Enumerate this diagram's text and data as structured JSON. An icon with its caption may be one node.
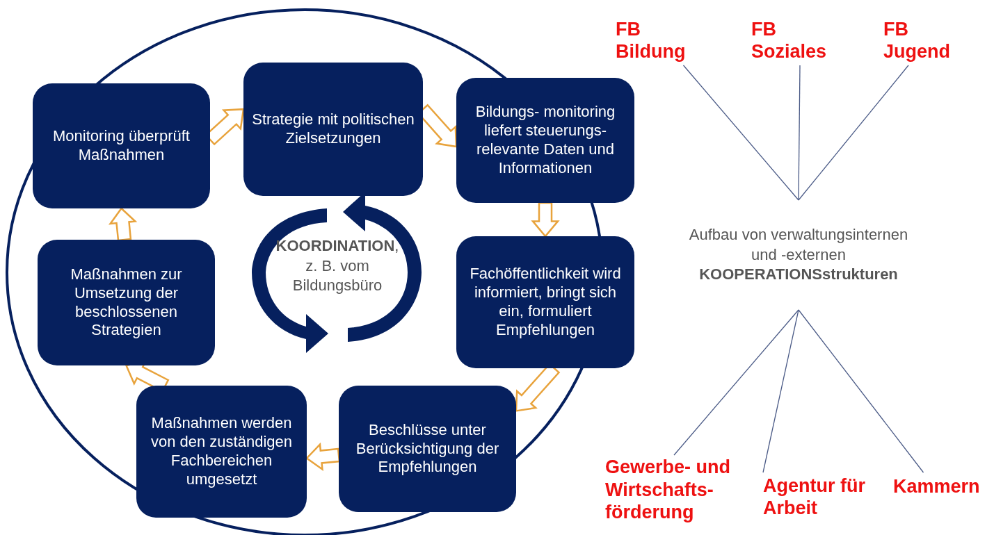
{
  "diagram": {
    "nodes": [
      {
        "text": [
          "Monitoring überprüft Maßnahmen"
        ]
      },
      {
        "text": [
          "Strategie mit politischen Zielsetzungen"
        ]
      },
      {
        "text": [
          "Bildungs- monitoring liefert steuerungs- relevante Daten und Informationen"
        ]
      },
      {
        "text": [
          "Fachöffentlichkeit wird informiert, bringt sich ein, formuliert Empfehlungen"
        ]
      },
      {
        "text": [
          "Beschlüsse unter Berücksichtigung der Empfehlungen"
        ]
      },
      {
        "text": [
          "Maßnahmen werden von den zuständigen Fachbereichen umgesetzt"
        ]
      },
      {
        "text": [
          "Maßnahmen zur Umsetzung der beschlossenen Strategien"
        ]
      },
      {
        "text": [
          "Aufbau von verwaltungsinternen und -externen **KOOPERATIONSstrukturen**"
        ]
      },
      {
        "text": [
          "FB Bildung"
        ]
      },
      {
        "text": [
          "FB Soziales"
        ]
      },
      {
        "text": [
          "FB Jugend"
        ]
      },
      {
        "text": [
          "Gewerbe- und Wirtschafts- förderung"
        ]
      },
      {
        "text": [
          "Agentur für Arbeit"
        ]
      },
      {
        "text": [
          "Kammern"
        ]
      }
    ],
    "edges": [
      {
        "from": 0,
        "to": 1,
        "arrow": "to",
        "style": "thick",
        "color": "#e8a33c"
      },
      {
        "from": 1,
        "to": 2,
        "arrow": "to",
        "style": "thick",
        "color": "#e8a33c"
      },
      {
        "from": 2,
        "to": 3,
        "arrow": "to",
        "style": "thick",
        "color": "#e8a33c"
      },
      {
        "from": 3,
        "to": 4,
        "arrow": "to",
        "style": "thick",
        "color": "#e8a33c"
      },
      {
        "from": 4,
        "to": 5,
        "arrow": "to",
        "style": "thick",
        "color": "#e8a33c"
      },
      {
        "from": 5,
        "to": 6,
        "arrow": "to",
        "style": "thick",
        "color": "#e8a33c"
      },
      {
        "from": 6,
        "to": 0,
        "arrow": "to",
        "style": "thick",
        "color": "#e8a33c"
      },
      {
        "from": 8,
        "to": 7,
        "arrow": "none",
        "color": "#4a5a86"
      },
      {
        "from": 9,
        "to": 7,
        "arrow": "none",
        "color": "#4a5a86"
      },
      {
        "from": 10,
        "to": 7,
        "arrow": "none",
        "color": "#4a5a86"
      },
      {
        "from": 7,
        "to": 11,
        "arrow": "none",
        "color": "#4a5a86"
      },
      {
        "from": 7,
        "to": 12,
        "arrow": "none",
        "color": "#4a5a86"
      },
      {
        "from": 7,
        "to": 13,
        "arrow": "none",
        "color": "#4a5a86"
      }
    ],
    "labels": [
      "**KOORDINATION**, z. B. vom Bildungsbüro"
    ]
  }
}
